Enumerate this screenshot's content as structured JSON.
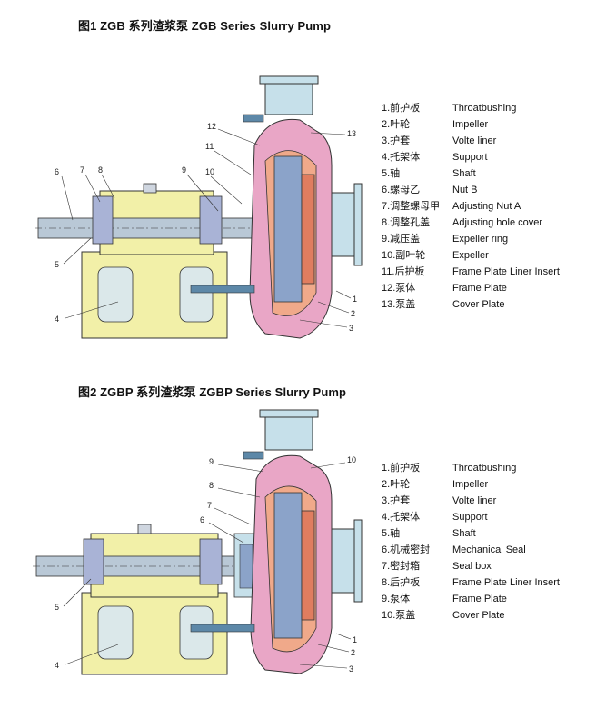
{
  "figure1": {
    "title": "图1  ZGB 系列渣浆泵  ZGB Series Slurry Pump",
    "callouts": [
      "1",
      "2",
      "3",
      "4",
      "5",
      "6",
      "7",
      "8",
      "9",
      "10",
      "11",
      "12",
      "13"
    ],
    "parts": [
      {
        "cn": "1.前护板",
        "en": "Throatbushing"
      },
      {
        "cn": "2.叶轮",
        "en": "Impeller"
      },
      {
        "cn": "3.护套",
        "en": "Volte liner"
      },
      {
        "cn": "4.托架体",
        "en": "Support"
      },
      {
        "cn": "5.轴",
        "en": "Shaft"
      },
      {
        "cn": "6.螺母乙",
        "en": "Nut B"
      },
      {
        "cn": "7.调整螺母甲",
        "en": "Adjusting Nut A"
      },
      {
        "cn": "8.调整孔盖",
        "en": "Adjusting hole cover"
      },
      {
        "cn": "9.减压盖",
        "en": "Expeller ring"
      },
      {
        "cn": "10.副叶轮",
        "en": "Expeller"
      },
      {
        "cn": "11.后护板",
        "en": "Frame Plate Liner Insert"
      },
      {
        "cn": "12.泵体",
        "en": "Frame Plate"
      },
      {
        "cn": "13.泵盖",
        "en": "Cover Plate"
      }
    ]
  },
  "figure2": {
    "title": "图2  ZGBP 系列渣浆泵  ZGBP Series Slurry Pump",
    "callouts": [
      "1",
      "2",
      "3",
      "4",
      "5",
      "6",
      "7",
      "8",
      "9",
      "10"
    ],
    "parts": [
      {
        "cn": "1.前护板",
        "en": "Throatbushing"
      },
      {
        "cn": "2.叶轮",
        "en": "Impeller"
      },
      {
        "cn": "3.护套",
        "en": "Volte liner"
      },
      {
        "cn": "4.托架体",
        "en": "Support"
      },
      {
        "cn": "5.轴",
        "en": "Shaft"
      },
      {
        "cn": "6.机械密封",
        "en": "Mechanical Seal"
      },
      {
        "cn": "7.密封箱",
        "en": "Seal box"
      },
      {
        "cn": "8.后护板",
        "en": "Frame Plate Liner Insert"
      },
      {
        "cn": "9.泵体",
        "en": "Frame Plate"
      },
      {
        "cn": "10.泵盖",
        "en": "Cover Plate"
      }
    ]
  },
  "colors": {
    "support": "#f2f0a8",
    "casing": "#e9a6c6",
    "liner": "#f0a98a",
    "impeller": "#8ba3c9",
    "shaft": "#b9c8d6",
    "outlet": "#c6e0ea",
    "bolt": "#5d88a8",
    "parts": "#a9b3d6"
  }
}
